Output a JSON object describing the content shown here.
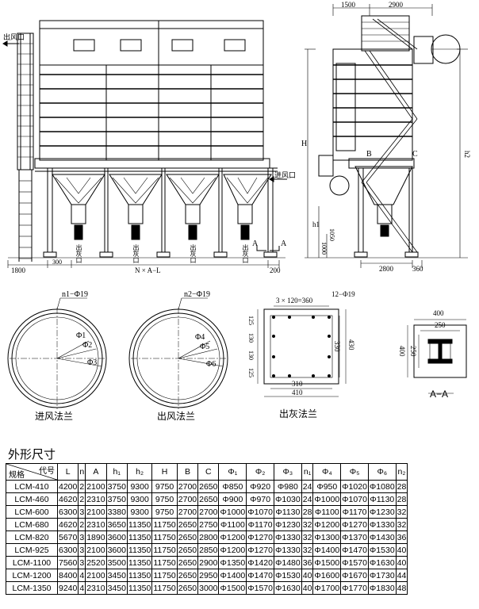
{
  "front_view": {
    "outlet_label": "出风口",
    "inlet_label": "进风口",
    "ash_labels": [
      "出灰口",
      "出灰口",
      "出灰口",
      "出灰口"
    ],
    "dim_left": "1800",
    "dim_step": "300",
    "dim_length": "N × A−L",
    "dim_right": "200",
    "section_mark": "A"
  },
  "side_view": {
    "dim_top_left": "1500",
    "dim_top_right": "2900",
    "dim_H": "H",
    "dim_h1": "h1",
    "dim_h2": "h2",
    "dim_1000": "1000",
    "dim_1050": "1050",
    "label_B": "B",
    "label_C": "C",
    "dim_bottom": "2800",
    "dim_bottom_right": "360"
  },
  "flanges": {
    "inlet": {
      "caption": "进风法兰",
      "holes": "n1−Φ19",
      "d1": "Φ1",
      "d2": "Φ2",
      "d3": "Φ3"
    },
    "outlet": {
      "caption": "出风法兰",
      "holes": "n2−Φ19",
      "d4": "Φ4",
      "d5": "Φ5",
      "d6": "Φ6"
    },
    "ash": {
      "caption": "出灰法兰",
      "top_dim": "3 × 120=360",
      "holes": "12−Φ19",
      "left_dims": [
        "125",
        "130",
        "130",
        "125"
      ],
      "right_dim": "430",
      "right_inner": "330",
      "bottom_inner": "310",
      "bottom_outer": "410"
    }
  },
  "section_aa": {
    "caption": "A−A",
    "dim_400_top": "400",
    "dim_250_top": "250",
    "dim_400_left": "400",
    "dim_250_left": "250"
  },
  "table_title": "外形尺寸",
  "table": {
    "corner_top": "代号",
    "corner_bottom": "规格",
    "headers": [
      "L",
      "n",
      "A",
      "h₁",
      "h₂",
      "H",
      "B",
      "C",
      "Φ₁",
      "Φ₂",
      "Φ₃",
      "n₁",
      "Φ₄",
      "Φ₅",
      "Φ₆",
      "n₂"
    ],
    "rows": [
      [
        "LCM-410",
        "4200",
        "2",
        "2100",
        "3750",
        "9300",
        "9750",
        "2700",
        "2650",
        "Φ850",
        "Φ920",
        "Φ980",
        "24",
        "Φ950",
        "Φ1020",
        "Φ1080",
        "28"
      ],
      [
        "LCM-460",
        "4620",
        "2",
        "2310",
        "3750",
        "9300",
        "9750",
        "2700",
        "2650",
        "Φ900",
        "Φ970",
        "Φ1030",
        "24",
        "Φ1000",
        "Φ1070",
        "Φ1130",
        "28"
      ],
      [
        "LCM-600",
        "6300",
        "3",
        "2100",
        "3380",
        "9300",
        "9750",
        "2700",
        "2700",
        "Φ1000",
        "Φ1070",
        "Φ1130",
        "28",
        "Φ1100",
        "Φ1170",
        "Φ1230",
        "32"
      ],
      [
        "LCM-680",
        "4620",
        "2",
        "2310",
        "3650",
        "11350",
        "11750",
        "2650",
        "2750",
        "Φ1100",
        "Φ1170",
        "Φ1230",
        "32",
        "Φ1200",
        "Φ1270",
        "Φ1330",
        "32"
      ],
      [
        "LCM-820",
        "5670",
        "3",
        "1890",
        "3600",
        "11350",
        "11750",
        "2650",
        "2800",
        "Φ1200",
        "Φ1270",
        "Φ1330",
        "32",
        "Φ1300",
        "Φ1370",
        "Φ1430",
        "36"
      ],
      [
        "LCM-925",
        "6300",
        "3",
        "2100",
        "3600",
        "11350",
        "11750",
        "2650",
        "2850",
        "Φ1200",
        "Φ1270",
        "Φ1330",
        "32",
        "Φ1400",
        "Φ1470",
        "Φ1530",
        "40"
      ],
      [
        "LCM-1100",
        "7560",
        "3",
        "2520",
        "3500",
        "11350",
        "11750",
        "2650",
        "2900",
        "Φ1350",
        "Φ1420",
        "Φ1480",
        "36",
        "Φ1500",
        "Φ1570",
        "Φ1630",
        "40"
      ],
      [
        "LCM-1200",
        "8400",
        "4",
        "2100",
        "3450",
        "11350",
        "11750",
        "2650",
        "2950",
        "Φ1400",
        "Φ1470",
        "Φ1530",
        "40",
        "Φ1600",
        "Φ1670",
        "Φ1730",
        "44"
      ],
      [
        "LCM-1350",
        "9240",
        "4",
        "2310",
        "3450",
        "11350",
        "11750",
        "2650",
        "3000",
        "Φ1500",
        "Φ1570",
        "Φ1630",
        "40",
        "Φ1700",
        "Φ1770",
        "Φ1830",
        "48"
      ]
    ]
  }
}
